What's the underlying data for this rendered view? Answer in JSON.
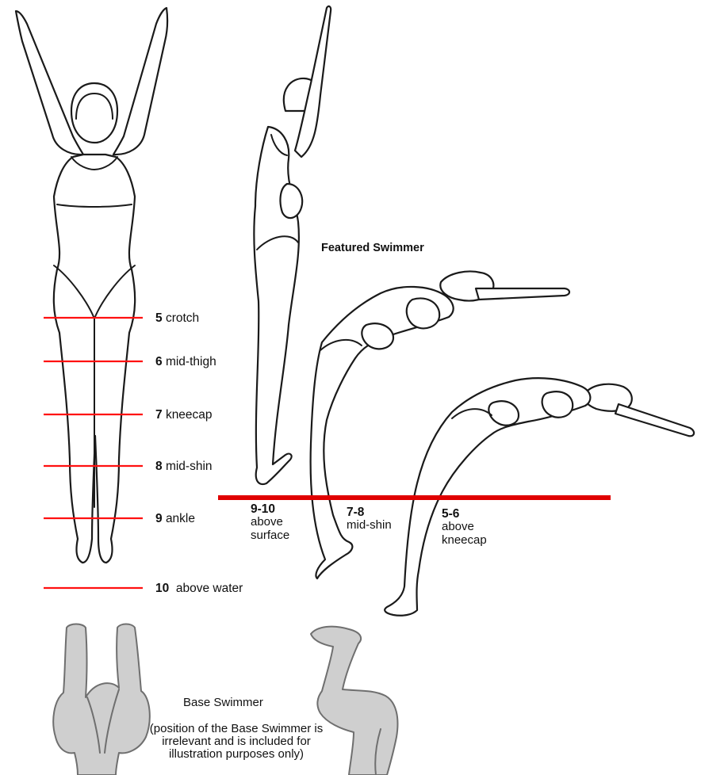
{
  "levels": [
    {
      "num": "5",
      "text": "crotch"
    },
    {
      "num": "6",
      "text": "mid-thigh"
    },
    {
      "num": "7",
      "text": "kneecap"
    },
    {
      "num": "8",
      "text": "mid-shin"
    },
    {
      "num": "9",
      "text": "ankle"
    },
    {
      "num": "10",
      "text": "above water"
    }
  ],
  "featured_title": "Featured Swimmer",
  "depths": [
    {
      "range": "9-10",
      "line1": "above",
      "line2": "surface"
    },
    {
      "range": "7-8",
      "line1": "mid-shin",
      "line2": ""
    },
    {
      "range": "5-6",
      "line1": "above",
      "line2": "kneecap"
    }
  ],
  "base_title": "Base Swimmer",
  "base_note": "(position of the Base Swimmer is irrelevant and is included for illustration purposes only)",
  "colors": {
    "level_line": "#ff1010",
    "water_line": "#e00000",
    "base_fill": "#cfcfcf"
  }
}
